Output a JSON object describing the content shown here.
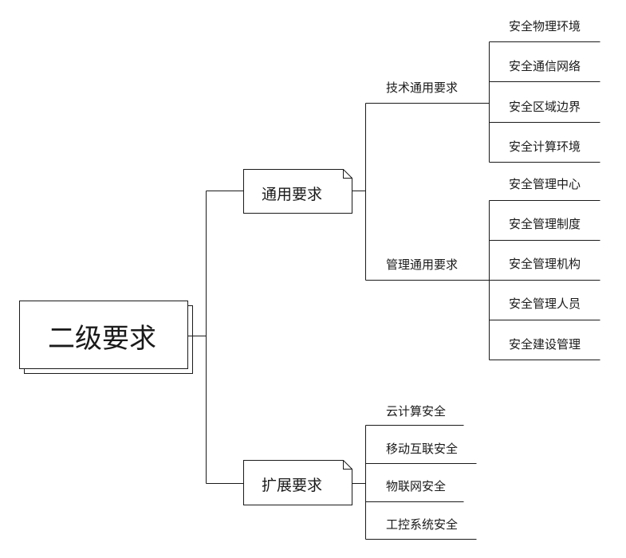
{
  "root": {
    "label": "二级要求"
  },
  "general": {
    "label": "通用要求",
    "tech": {
      "label": "技术通用要求",
      "items": [
        "安全物理环境",
        "安全通信网络",
        "安全区域边界",
        "安全计算环境"
      ]
    },
    "mgmt": {
      "label": "管理通用要求",
      "items": [
        "安全管理中心",
        "安全管理制度",
        "安全管理机构",
        "安全管理人员",
        "安全建设管理"
      ]
    }
  },
  "extended": {
    "label": "扩展要求",
    "items": [
      "云计算安全",
      "移动互联安全",
      "物联网安全",
      "工控系统安全"
    ]
  }
}
